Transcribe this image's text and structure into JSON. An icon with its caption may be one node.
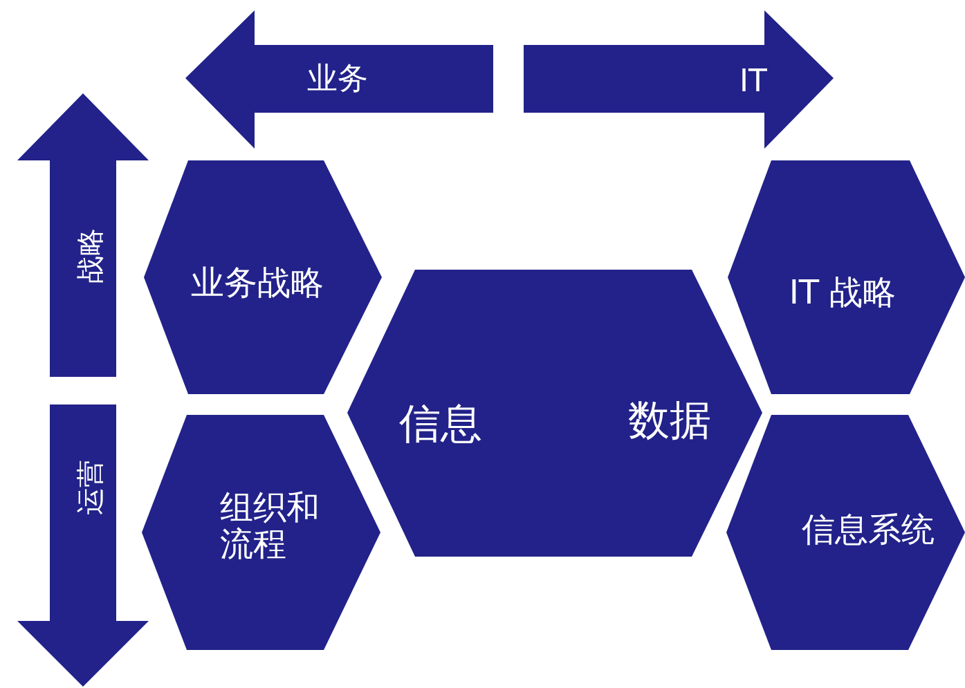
{
  "diagram": {
    "nodes": [
      {
        "text": [
          "业务"
        ]
      },
      {
        "text": [
          "IT"
        ]
      },
      {
        "text": [
          "战略"
        ]
      },
      {
        "text": [
          "业务战略"
        ]
      },
      {
        "text": [
          "信息",
          "数据"
        ]
      },
      {
        "text": [
          "IT 战略"
        ]
      },
      {
        "text": [
          "运营"
        ]
      },
      {
        "text": [
          "组织和流程"
        ]
      },
      {
        "text": [
          "信息系统"
        ]
      }
    ]
  }
}
